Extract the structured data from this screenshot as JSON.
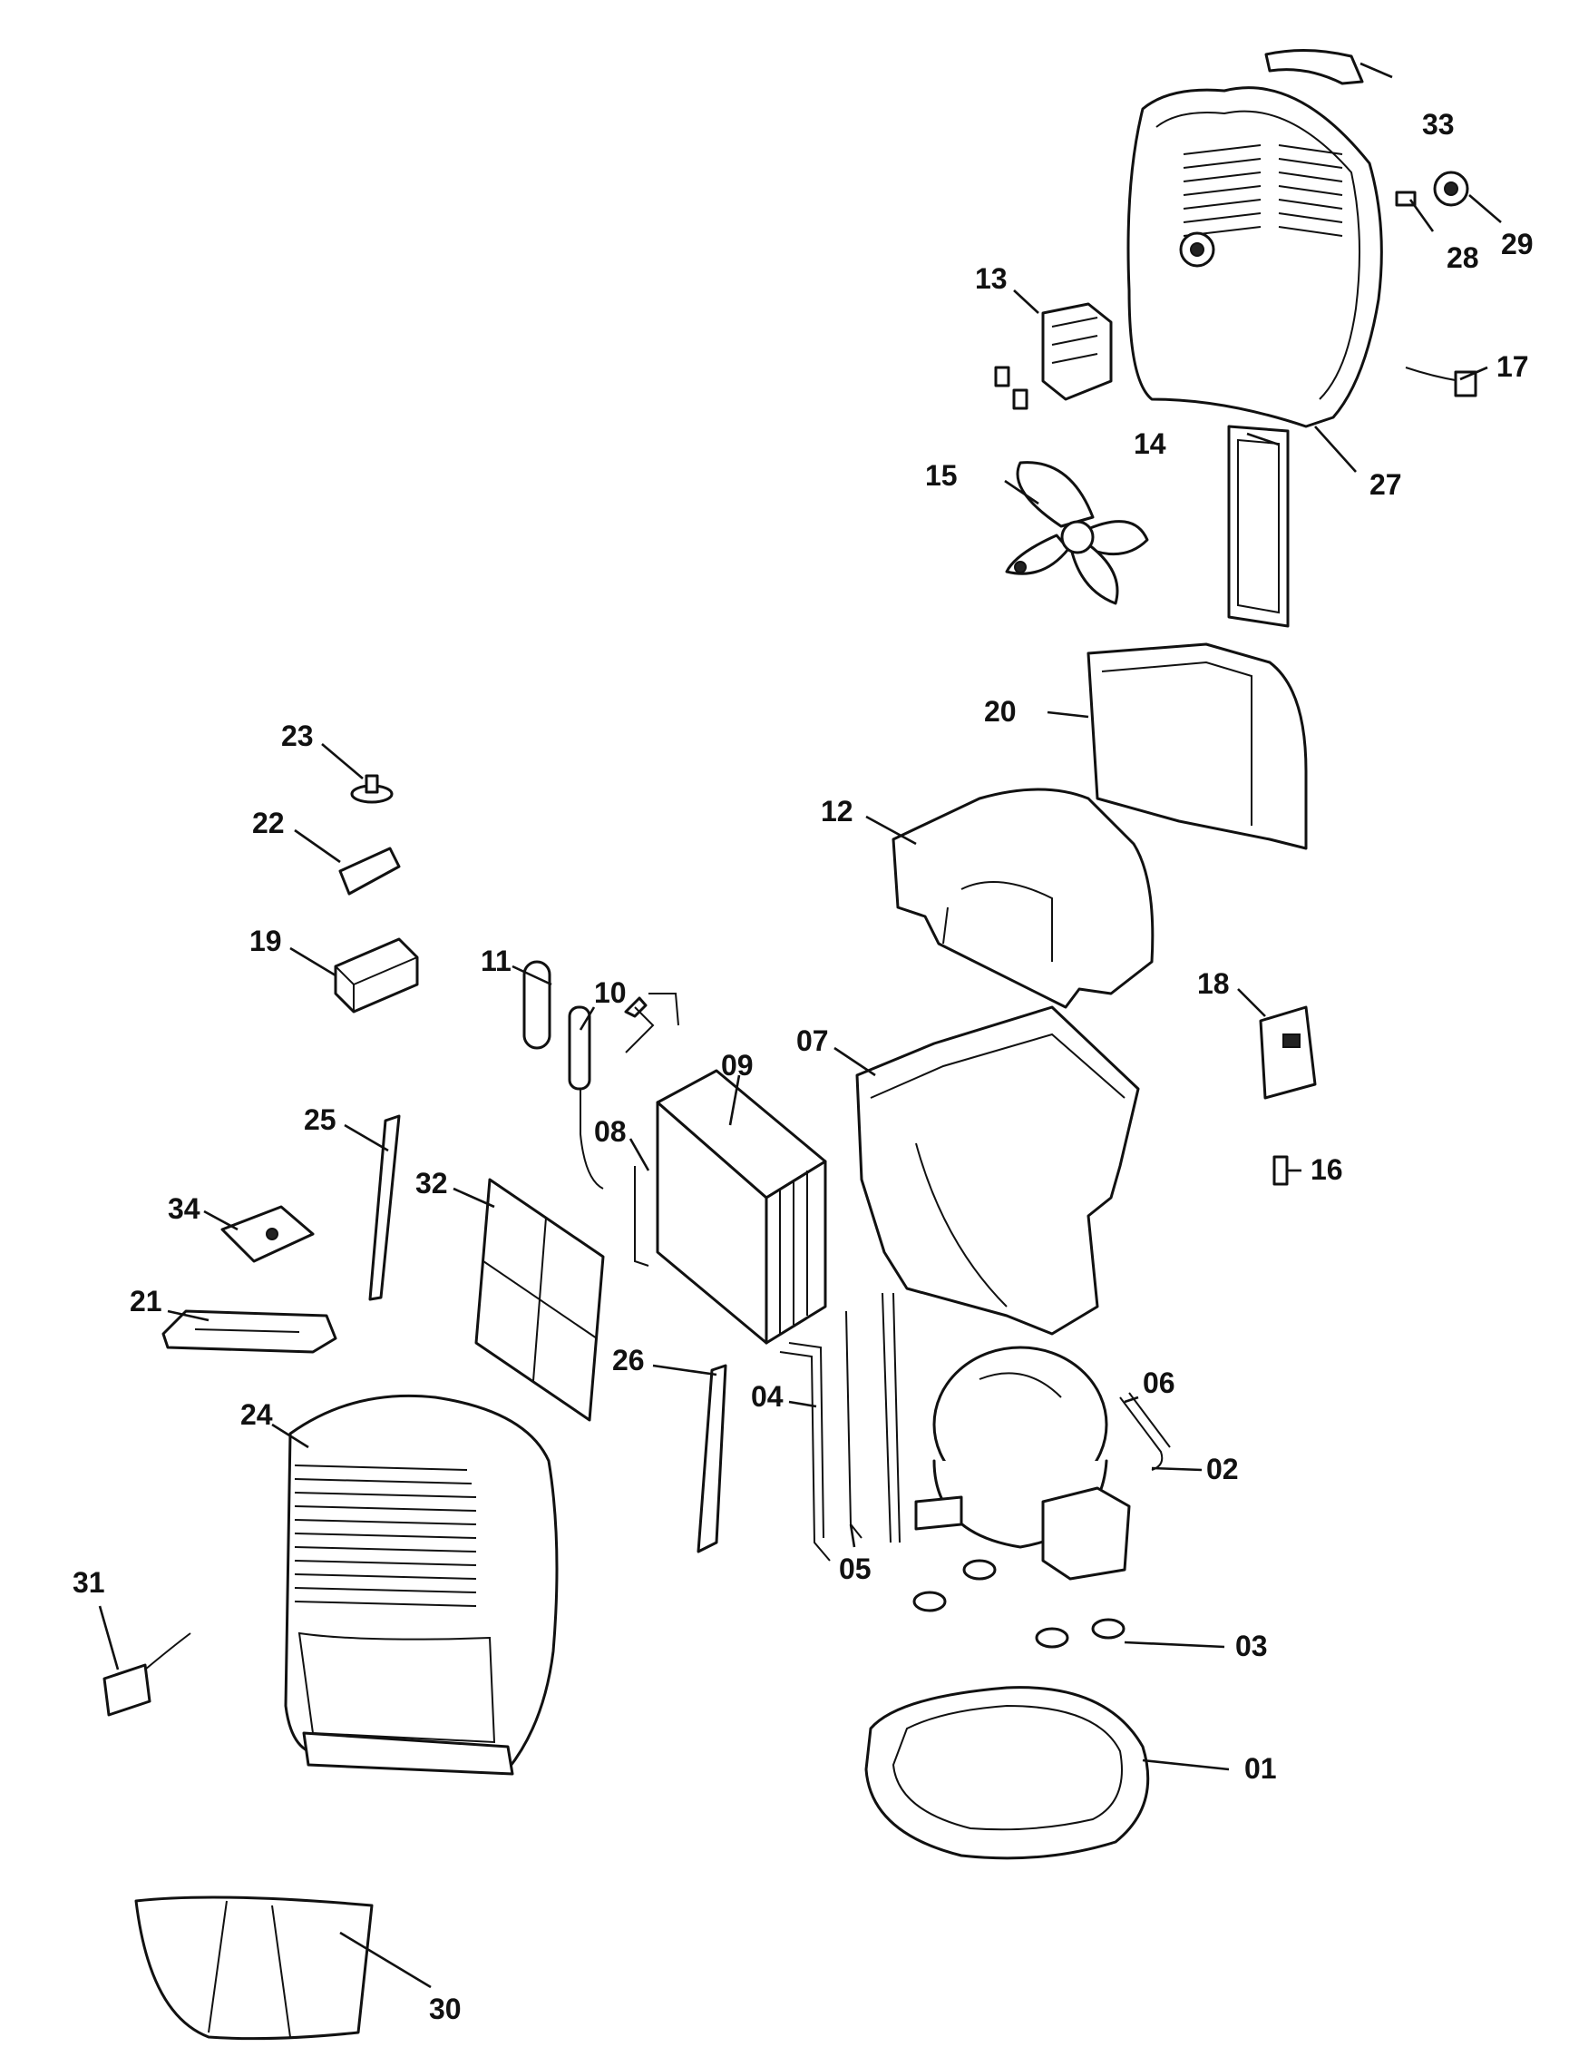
{
  "labels": {
    "p01": "01",
    "p02": "02",
    "p03": "03",
    "p04": "04",
    "p05": "05",
    "p06": "06",
    "p07": "07",
    "p08": "08",
    "p09": "09",
    "p10": "10",
    "p11": "11",
    "p12": "12",
    "p13": "13",
    "p14": "14",
    "p15": "15",
    "p16": "16",
    "p17": "17",
    "p18": "18",
    "p19": "19",
    "p20": "20",
    "p21": "21",
    "p22": "22",
    "p23": "23",
    "p24": "24",
    "p25": "25",
    "p26": "26",
    "p27": "27",
    "p28": "28",
    "p29": "29",
    "p30": "30",
    "p31": "31",
    "p32": "32",
    "p33": "33",
    "p34": "34"
  }
}
